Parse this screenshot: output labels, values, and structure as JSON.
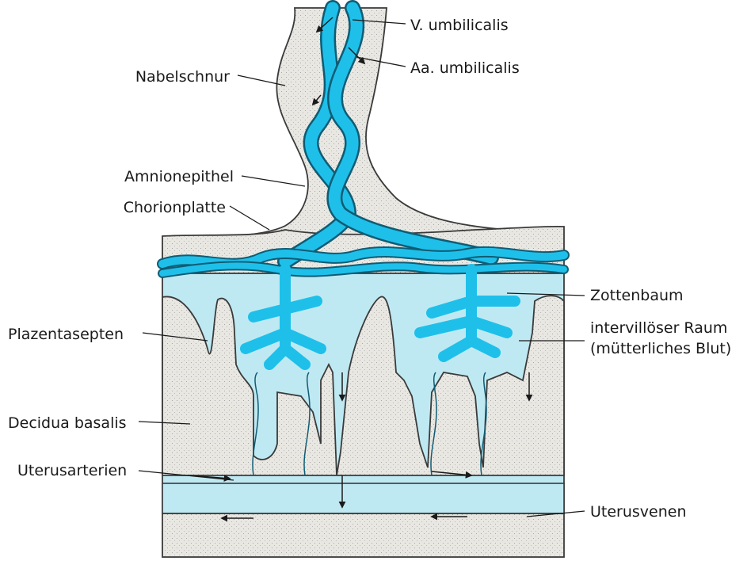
{
  "diagram": {
    "colors": {
      "tissue": "#e9e7e2",
      "tissue_outline": "#3a3a3a",
      "blood": "#bfe9f2",
      "vessel": "#1ec0ea",
      "vessel_dark": "#0f5c74",
      "ink": "#1a1a1a"
    },
    "labels": {
      "v_umbilicalis": "V. umbilicalis",
      "aa_umbilicalis": "Aa. umbilicalis",
      "nabelschnur": "Nabelschnur",
      "amnionepithel": "Amnionepithel",
      "chorionplatte": "Chorionplatte",
      "zottenbaum": "Zottenbaum",
      "intervilloeser_raum_1": "intervillöser Raum",
      "intervilloeser_raum_2": "(mütterliches Blut)",
      "plazentasepten": "Plazentasepten",
      "decidua_basalis": "Decidua basalis",
      "uterusarterien": "Uterusarterien",
      "uterusvenen": "Uterusvenen"
    }
  }
}
